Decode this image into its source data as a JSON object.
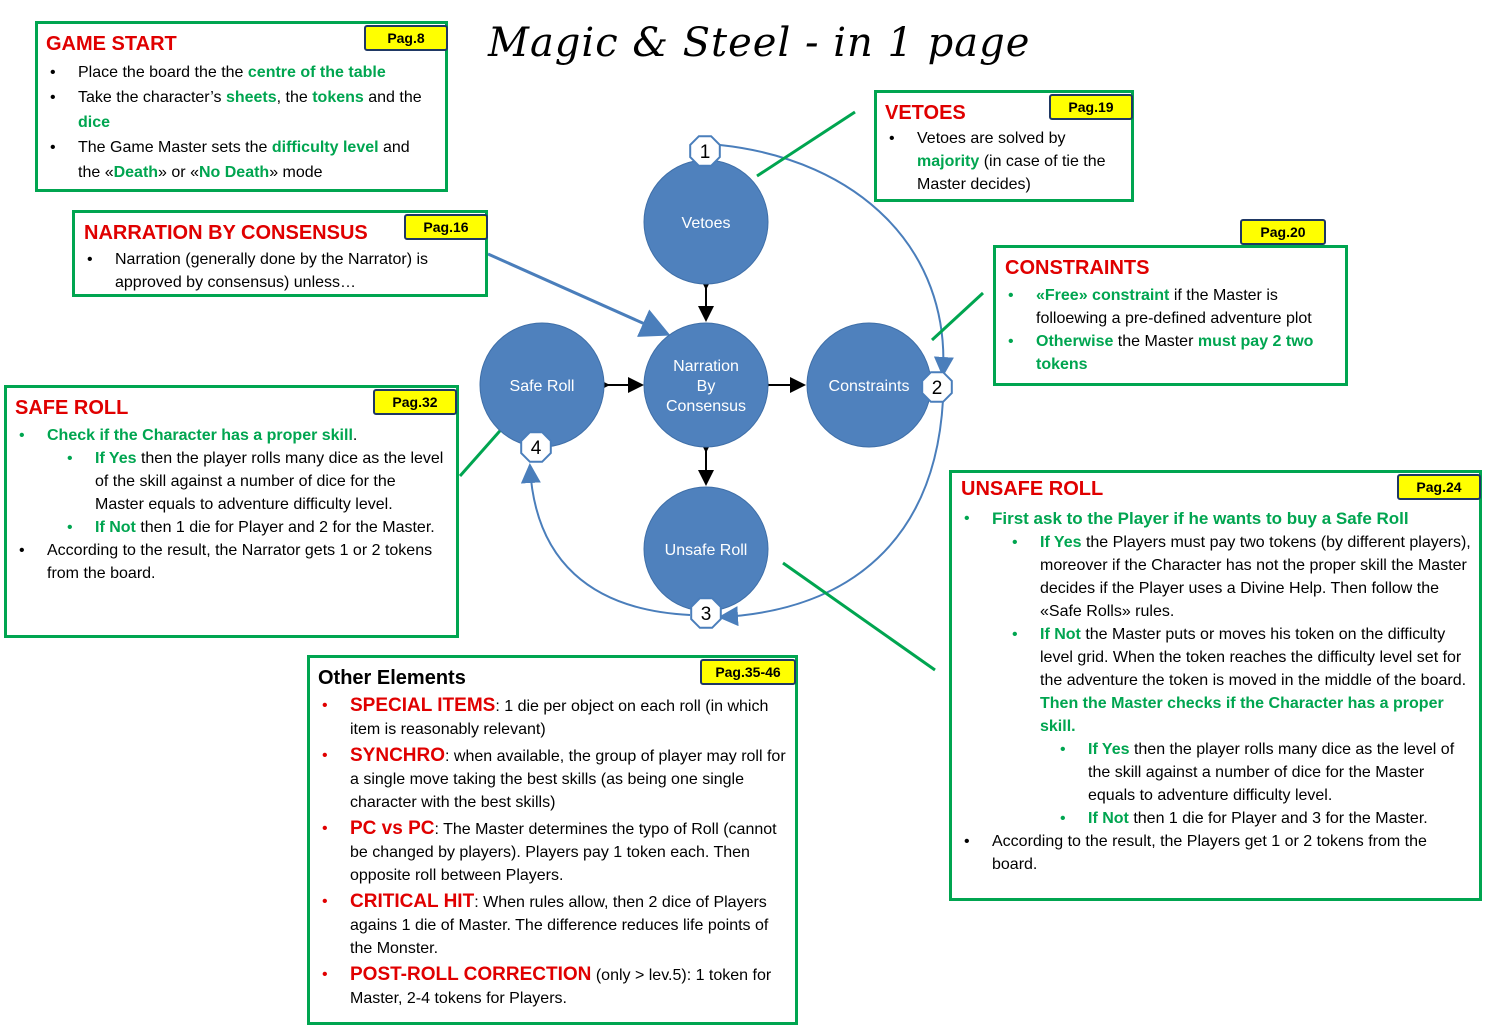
{
  "title": "Magic & Steel - in 1 page",
  "nodes": {
    "vetoes": "Vetoes",
    "narration": [
      "Narration",
      "By",
      "Consensus"
    ],
    "safe_roll": "Safe Roll",
    "constraints": "Constraints",
    "unsafe_roll": "Unsafe Roll"
  },
  "step_numbers": [
    "1",
    "2",
    "3",
    "4"
  ],
  "colors": {
    "node": "#4f81bd",
    "box_border": "#00a550",
    "accent_green": "#00a550",
    "accent_red": "#e00000",
    "tag_bg": "#ffff00"
  },
  "game_start": {
    "title": "GAME START",
    "page": "Pag.8",
    "items": [
      [
        "Place the board the the ",
        {
          "g": "centre of the table"
        }
      ],
      [
        "Take the character’s ",
        {
          "g": "sheets"
        },
        ", the ",
        {
          "g": "tokens"
        },
        " and the ",
        {
          "g": "dice"
        }
      ],
      [
        "The Game Master sets the ",
        {
          "g": "difficulty level"
        },
        " and the «",
        {
          "g": "Death"
        },
        "» or «",
        {
          "g": "No Death"
        },
        "» mode"
      ]
    ]
  },
  "narration_box": {
    "title": "NARRATION BY CONSENSUS",
    "page": "Pag.16",
    "items": [
      [
        "Narration (generally done by the Narrator) is approved by consensus) unless…"
      ]
    ]
  },
  "vetoes_box": {
    "title": "VETOES",
    "page": "Pag.19",
    "items": [
      [
        "Vetoes are solved by ",
        {
          "g": "majority"
        },
        " (in case of tie the Master decides)"
      ]
    ]
  },
  "constraints_box": {
    "title": "CONSTRAINTS",
    "page": "Pag.20",
    "items": [
      [
        {
          "g": "«Free» constraint"
        },
        "  if the Master is folloewing a pre-defined adventure plot"
      ],
      [
        {
          "g": "Otherwise"
        },
        "  the Master ",
        {
          "g": "must pay 2 two tokens"
        }
      ]
    ]
  },
  "safe_roll_box": {
    "title": "SAFE ROLL",
    "page": "Pag.32",
    "lead": "Check if the Character has a proper skill",
    "lead_end": ".",
    "sub": [
      [
        {
          "g": "If Yes"
        },
        " then the player rolls many dice as the level of the skill against a number of dice for the Master equals to adventure difficulty level."
      ],
      [
        {
          "g": "If Not"
        },
        " then 1 die for Player and 2 for the Master."
      ]
    ],
    "tail": "According to the result, the Narrator gets 1 or 2 tokens from the board."
  },
  "unsafe_roll_box": {
    "title": "UNSAFE ROLL",
    "page": "Pag.24",
    "lead": "First ask to the Player if he wants to buy a Safe Roll",
    "yes": [
      {
        "g": "If Yes"
      },
      " the Players must pay two tokens (by different players), moreover if the Character has not the proper skill the Master decides if the Player uses a Divine Help. Then follow the «Safe Rolls» rules."
    ],
    "not": [
      {
        "g": "If Not"
      },
      " the  Master  puts or moves his token on the difficulty level grid. When the token reaches the difficulty level set for the adventure the token is moved in the middle of the board. ",
      {
        "g": "Then the Master checks if the Character has a proper skill."
      }
    ],
    "sub2": [
      [
        {
          "g": "If Yes"
        },
        " then the player rolls many dice as the level of the skill against a number of dice for the Master equals to adventure difficulty level."
      ],
      [
        {
          "g": "If Not"
        },
        " then 1 die for Player and 3 for the Master."
      ]
    ],
    "tail": "According to the result, the Players get 1 or 2 tokens from the board."
  },
  "other_box": {
    "title": "Other Elements",
    "page": "Pag.35-46",
    "items": [
      [
        {
          "r": "SPECIAL ITEMS"
        },
        ": 1 die per object on each roll (in which item is reasonably relevant)"
      ],
      [
        {
          "r": "SYNCHRO"
        },
        ": when available, the group of player may roll for a single move taking the best skills (as being one single character with the best skills)"
      ],
      [
        {
          "r": "PC vs PC"
        },
        ": The Master  determines the typo of Roll (cannot be changed by players). Players pay 1 token each. Then opposite roll between Players."
      ],
      [
        {
          "r": "CRITICAL HIT"
        },
        ": When rules allow, then 2 dice of Players agains 1 die of Master. The difference reduces  life points of the Monster."
      ],
      [
        {
          "r": "POST-ROLL CORRECTION"
        },
        " (only > lev.5): 1 token for Master, 2-4 tokens for Players."
      ]
    ]
  }
}
